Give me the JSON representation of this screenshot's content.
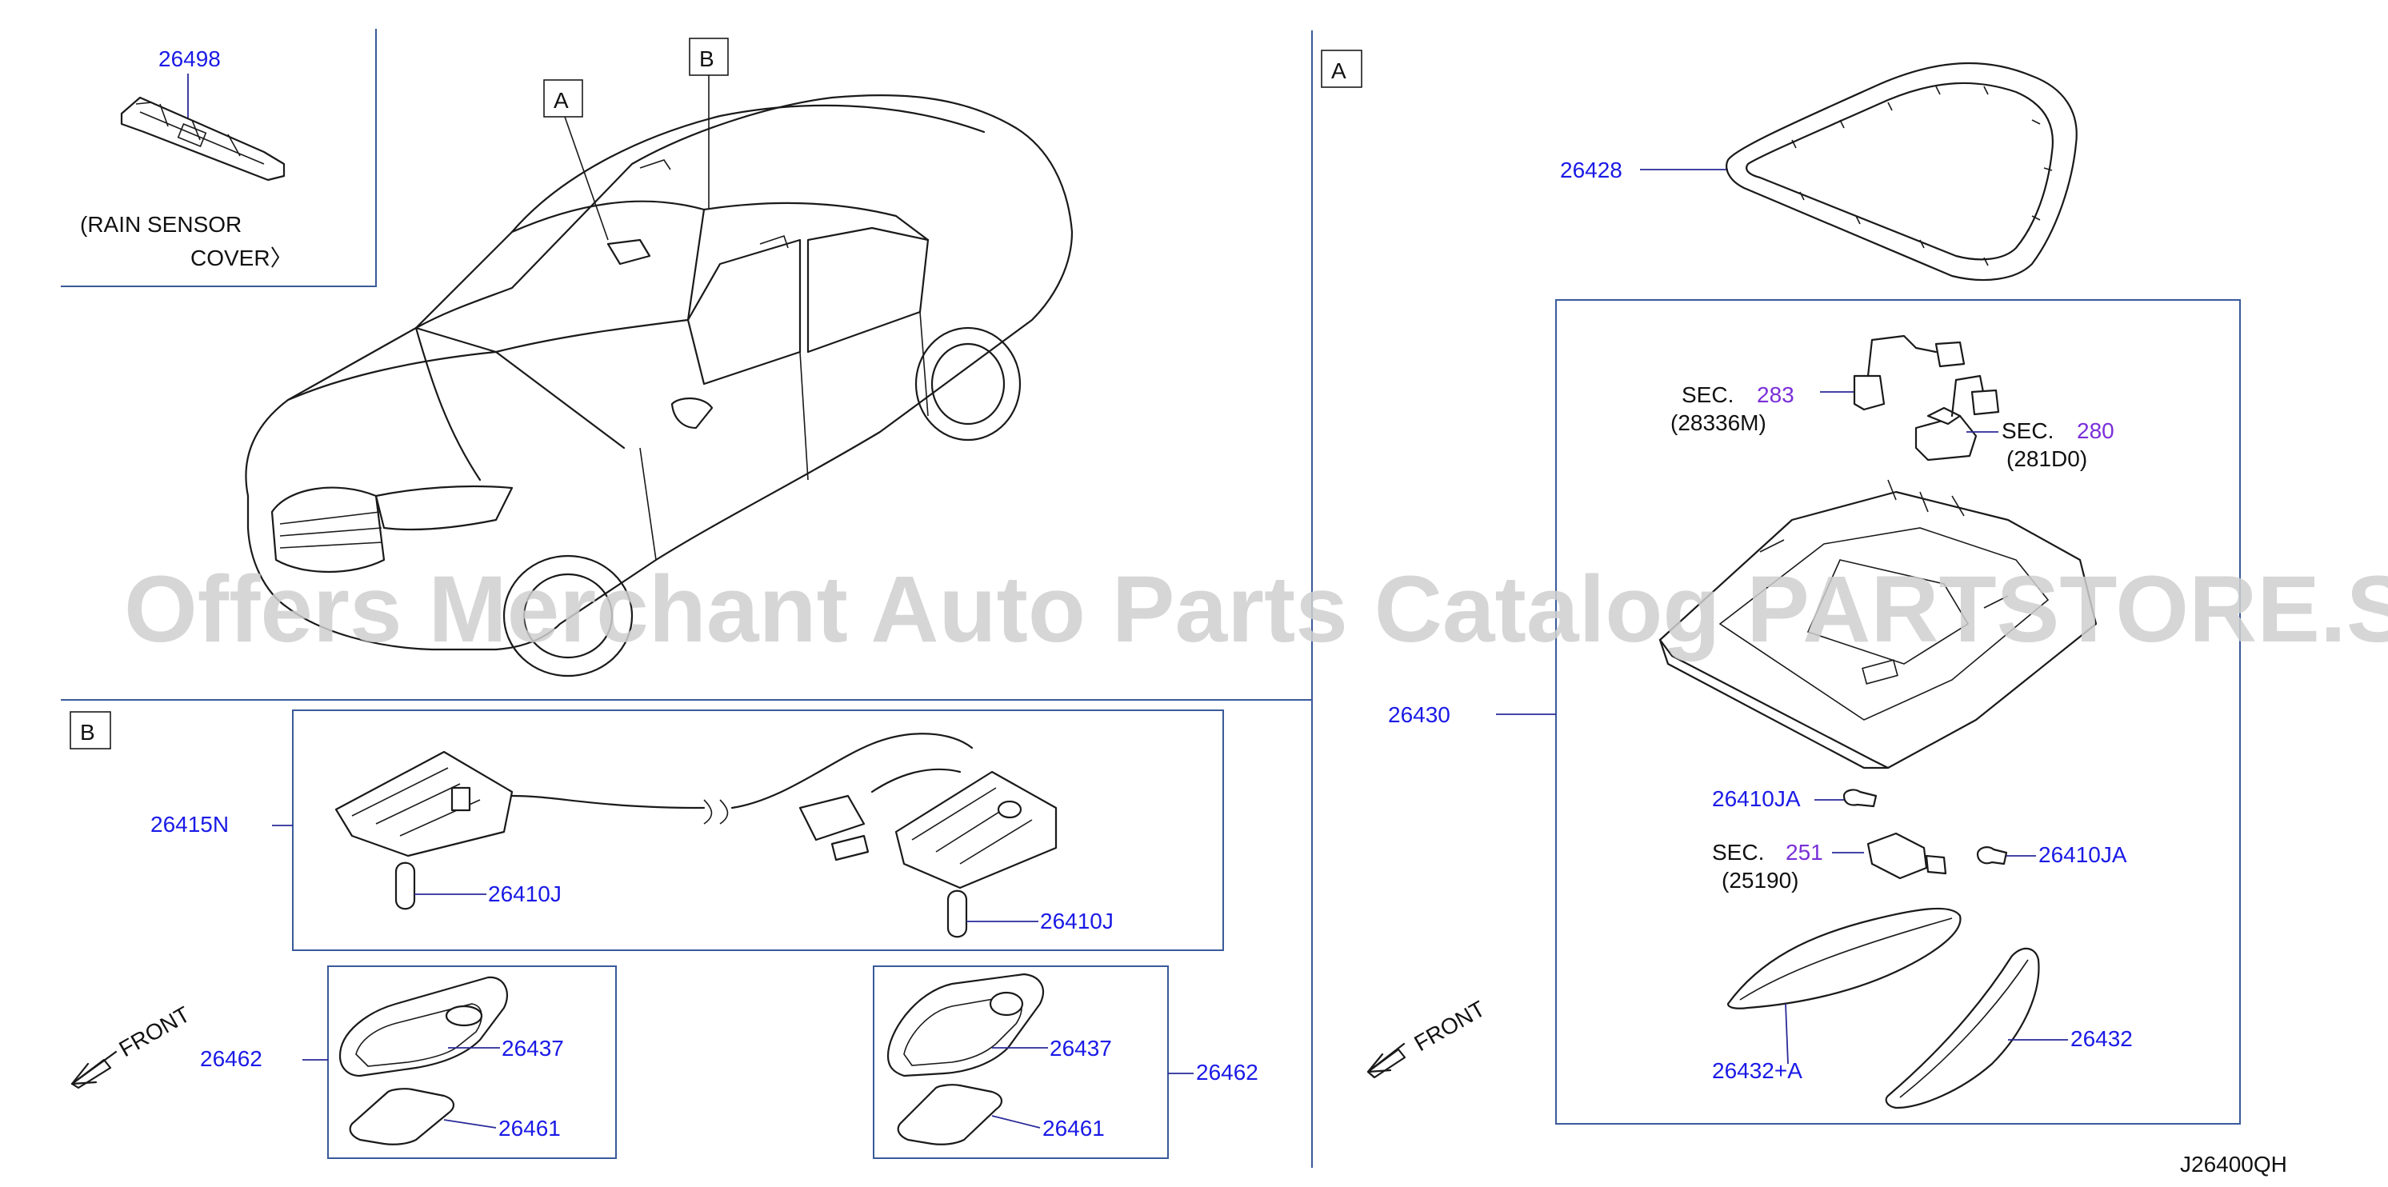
{
  "diagram_code": "J26400QH",
  "watermark": "Offers Merchant Auto Parts Catalog PARTSTORE.SA",
  "view_tags": {
    "a_car": "A",
    "b_car": "B",
    "section_a": "A",
    "section_b": "B"
  },
  "rain_sensor": {
    "part": "26498",
    "caption_line1": "(RAIN   SENSOR",
    "caption_line2": "COVER〉"
  },
  "section_b": {
    "harness_part": "26415N",
    "bulb_left": "26410J",
    "bulb_right": "26410J",
    "left_lamp": {
      "assy": "26462",
      "lens_frame": "26437",
      "lens": "26461"
    },
    "right_lamp": {
      "assy": "26462",
      "lens_frame": "26437",
      "lens": "26461"
    },
    "front_label": "FRONT"
  },
  "section_a": {
    "finisher": "26428",
    "console_assy": "26430",
    "sec_283": {
      "prefix": "SEC.",
      "num": "283",
      "ref": "(28336M)"
    },
    "sec_280": {
      "prefix": "SEC.",
      "num": "280",
      "ref": "(281D0)"
    },
    "sec_251": {
      "prefix": "SEC.",
      "num": "251",
      "ref": "(25190)"
    },
    "bulb_a": "26410JA",
    "bulb_b": "26410JA",
    "lens_left": "26432+A",
    "lens_right": "26432",
    "front_label": "FRONT"
  },
  "colors": {
    "part_number": "#1a1ae6",
    "section_ref": "#7a2fd8",
    "frame": "#3a5a9a",
    "watermark": "#cfcfcf"
  }
}
